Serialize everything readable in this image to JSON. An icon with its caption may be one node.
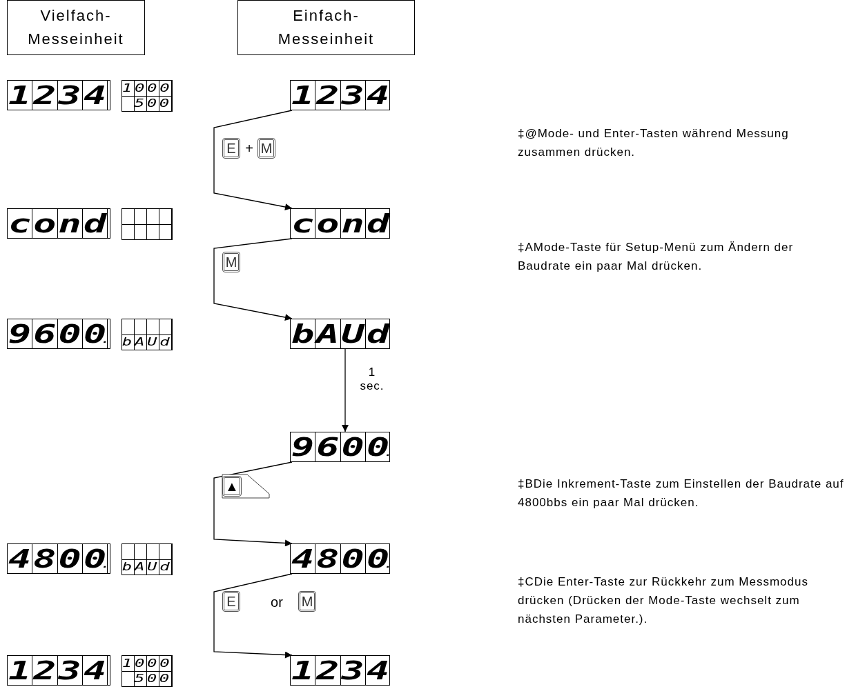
{
  "diagram": {
    "nodes": [
      {
        "text": [
          "Vielfach- Messeinheit"
        ]
      },
      {
        "text": [
          "Einfach- Messeinheit"
        ]
      },
      {
        "text": [
          "1234"
        ]
      },
      {
        "text": [
          "1000",
          "500"
        ]
      },
      {
        "text": [
          "1234"
        ]
      },
      {
        "text": [
          "cond"
        ]
      },
      {
        "text": [],
        "shape": "box"
      },
      {
        "text": [
          "cond"
        ]
      },
      {
        "text": [
          "9600."
        ]
      },
      {
        "text": [
          "bAUd"
        ]
      },
      {
        "text": [
          "bAUd"
        ]
      },
      {
        "text": [
          "9600."
        ]
      },
      {
        "text": [
          "4800."
        ]
      },
      {
        "text": [
          "bAUd"
        ]
      },
      {
        "text": [
          "4800."
        ]
      },
      {
        "text": [
          "1234"
        ]
      },
      {
        "text": [
          "1000",
          "500"
        ]
      },
      {
        "text": [
          "1234"
        ]
      }
    ],
    "edges": [
      {
        "from": 4,
        "to": 7,
        "arrow": "to"
      },
      {
        "from": 7,
        "to": 10,
        "arrow": "to"
      },
      {
        "from": 10,
        "to": 11,
        "arrow": "to",
        "label": "1 sec."
      },
      {
        "from": 11,
        "to": 14,
        "arrow": "to"
      },
      {
        "from": 14,
        "to": 17,
        "arrow": "to"
      }
    ],
    "labels": [
      "E",
      "+",
      "M",
      "‡@Mode- und Enter-Tasten während Messung zusammen drücken.",
      "M",
      "‡AMode-Taste für Setup-Menü zum Ändern der Baudrate ein paar Mal drücken.",
      "▲",
      "‡BDie Inkrement-Taste zum Einstellen der Baudrate auf 4800bbs ein paar Mal drücken.",
      "E",
      "or",
      "M",
      "‡CDie Enter-Taste zur Rückkehr zum Messmodus drücken (Drücken der Mode-Taste wechselt zum nächsten Parameter.)."
    ]
  }
}
